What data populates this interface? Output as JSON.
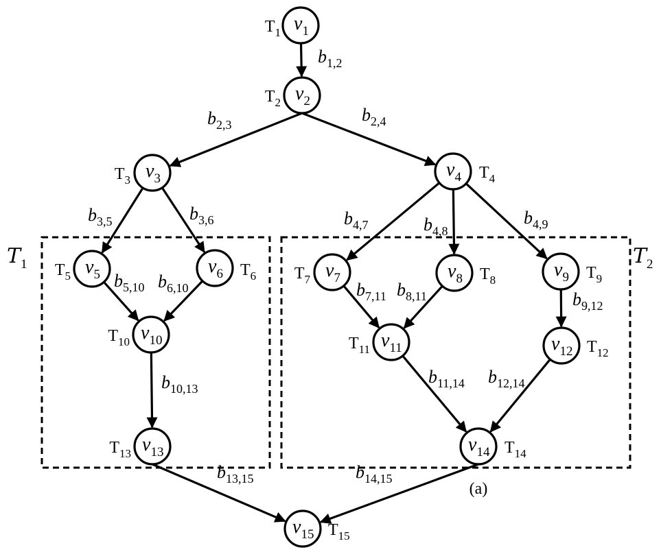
{
  "nodes": [
    {
      "id": "1",
      "v": "v",
      "vsub": "1",
      "t": "T",
      "tsub": "1"
    },
    {
      "id": "2",
      "v": "v",
      "vsub": "2",
      "t": "T",
      "tsub": "2"
    },
    {
      "id": "3",
      "v": "v",
      "vsub": "3",
      "t": "T",
      "tsub": "3"
    },
    {
      "id": "4",
      "v": "v",
      "vsub": "4",
      "t": "T",
      "tsub": "4"
    },
    {
      "id": "5",
      "v": "v",
      "vsub": "5",
      "t": "T",
      "tsub": "5"
    },
    {
      "id": "6",
      "v": "v",
      "vsub": "6",
      "t": "T",
      "tsub": "6"
    },
    {
      "id": "7",
      "v": "v",
      "vsub": "7",
      "t": "T",
      "tsub": "7"
    },
    {
      "id": "8",
      "v": "v",
      "vsub": "8",
      "t": "T",
      "tsub": "8"
    },
    {
      "id": "9",
      "v": "v",
      "vsub": "9",
      "t": "T",
      "tsub": "9"
    },
    {
      "id": "10",
      "v": "v",
      "vsub": "10",
      "t": "T",
      "tsub": "10"
    },
    {
      "id": "11",
      "v": "v",
      "vsub": "11",
      "t": "T",
      "tsub": "11"
    },
    {
      "id": "12",
      "v": "v",
      "vsub": "12",
      "t": "T",
      "tsub": "12"
    },
    {
      "id": "13",
      "v": "v",
      "vsub": "13",
      "t": "T",
      "tsub": "13"
    },
    {
      "id": "14",
      "v": "v",
      "vsub": "14",
      "t": "T",
      "tsub": "14"
    },
    {
      "id": "15",
      "v": "v",
      "vsub": "15",
      "t": "T",
      "tsub": "15"
    }
  ],
  "edges": [
    {
      "from": "1",
      "to": "2",
      "b": "b",
      "sub": "1,2"
    },
    {
      "from": "2",
      "to": "3",
      "b": "b",
      "sub": "2,3"
    },
    {
      "from": "2",
      "to": "4",
      "b": "b",
      "sub": "2,4"
    },
    {
      "from": "3",
      "to": "5",
      "b": "b",
      "sub": "3,5"
    },
    {
      "from": "3",
      "to": "6",
      "b": "b",
      "sub": "3,6"
    },
    {
      "from": "4",
      "to": "7",
      "b": "b",
      "sub": "4,7"
    },
    {
      "from": "4",
      "to": "8",
      "b": "b",
      "sub": "4,8"
    },
    {
      "from": "4",
      "to": "9",
      "b": "b",
      "sub": "4,9"
    },
    {
      "from": "5",
      "to": "10",
      "b": "b",
      "sub": "5,10"
    },
    {
      "from": "6",
      "to": "10",
      "b": "b",
      "sub": "6,10"
    },
    {
      "from": "7",
      "to": "11",
      "b": "b",
      "sub": "7,11"
    },
    {
      "from": "8",
      "to": "11",
      "b": "b",
      "sub": "8,11"
    },
    {
      "from": "9",
      "to": "12",
      "b": "b",
      "sub": "9,12"
    },
    {
      "from": "10",
      "to": "13",
      "b": "b",
      "sub": "10,13"
    },
    {
      "from": "11",
      "to": "14",
      "b": "b",
      "sub": "11,14"
    },
    {
      "from": "12",
      "to": "14",
      "b": "b",
      "sub": "12,14"
    },
    {
      "from": "13",
      "to": "15",
      "b": "b",
      "sub": "13,15"
    },
    {
      "from": "14",
      "to": "15",
      "b": "b",
      "sub": "14,15"
    }
  ],
  "groups": [
    {
      "symbol": "T",
      "sub": "1"
    },
    {
      "symbol": "T",
      "sub": "2"
    }
  ],
  "caption": "(a)"
}
